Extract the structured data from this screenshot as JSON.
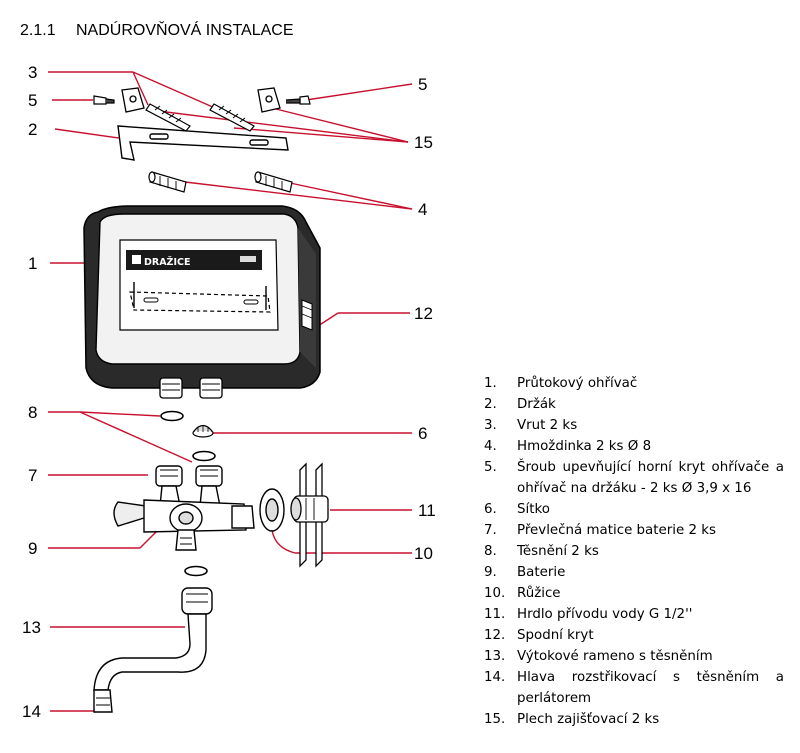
{
  "heading": {
    "number": "2.1.1",
    "title": "NADÚROVŇOVÁ INSTALACE"
  },
  "brand_label": "DRAŽICE",
  "callouts": [
    "3",
    "5",
    "2",
    "1",
    "8",
    "7",
    "9",
    "13",
    "14",
    "5",
    "15",
    "4",
    "12",
    "6",
    "11",
    "10"
  ],
  "legend": [
    {
      "num": "1.",
      "text": "Průtokový ohřívač"
    },
    {
      "num": "2.",
      "text": "Držák"
    },
    {
      "num": "3.",
      "text": "Vrut 2 ks"
    },
    {
      "num": "4.",
      "text": "Hmoždinka 2 ks Ø 8"
    },
    {
      "num": "5.",
      "text": "Šroub upevňující horní kryt ohřívače a ohřívač na držáku - 2 ks Ø 3,9 x 16"
    },
    {
      "num": "6.",
      "text": "Sítko"
    },
    {
      "num": "7.",
      "text": "Převlečná matice baterie 2 ks"
    },
    {
      "num": "8.",
      "text": "Těsnění 2 ks"
    },
    {
      "num": "9.",
      "text": "Baterie"
    },
    {
      "num": "10.",
      "text": "Růžice"
    },
    {
      "num": "11.",
      "text": "Hrdlo přívodu vody G 1/2''"
    },
    {
      "num": "12.",
      "text": "Spodní kryt"
    },
    {
      "num": "13.",
      "text": "Výtokové rameno s těsněním"
    },
    {
      "num": "14.",
      "text": "Hlava rozstřikovací s těsněním a perlátorem"
    },
    {
      "num": "15.",
      "text": "Plech zajišťovací 2 ks"
    }
  ],
  "colors": {
    "leader": "#c8102e",
    "ink": "#000000",
    "body_dark": "#2a2a2a"
  }
}
